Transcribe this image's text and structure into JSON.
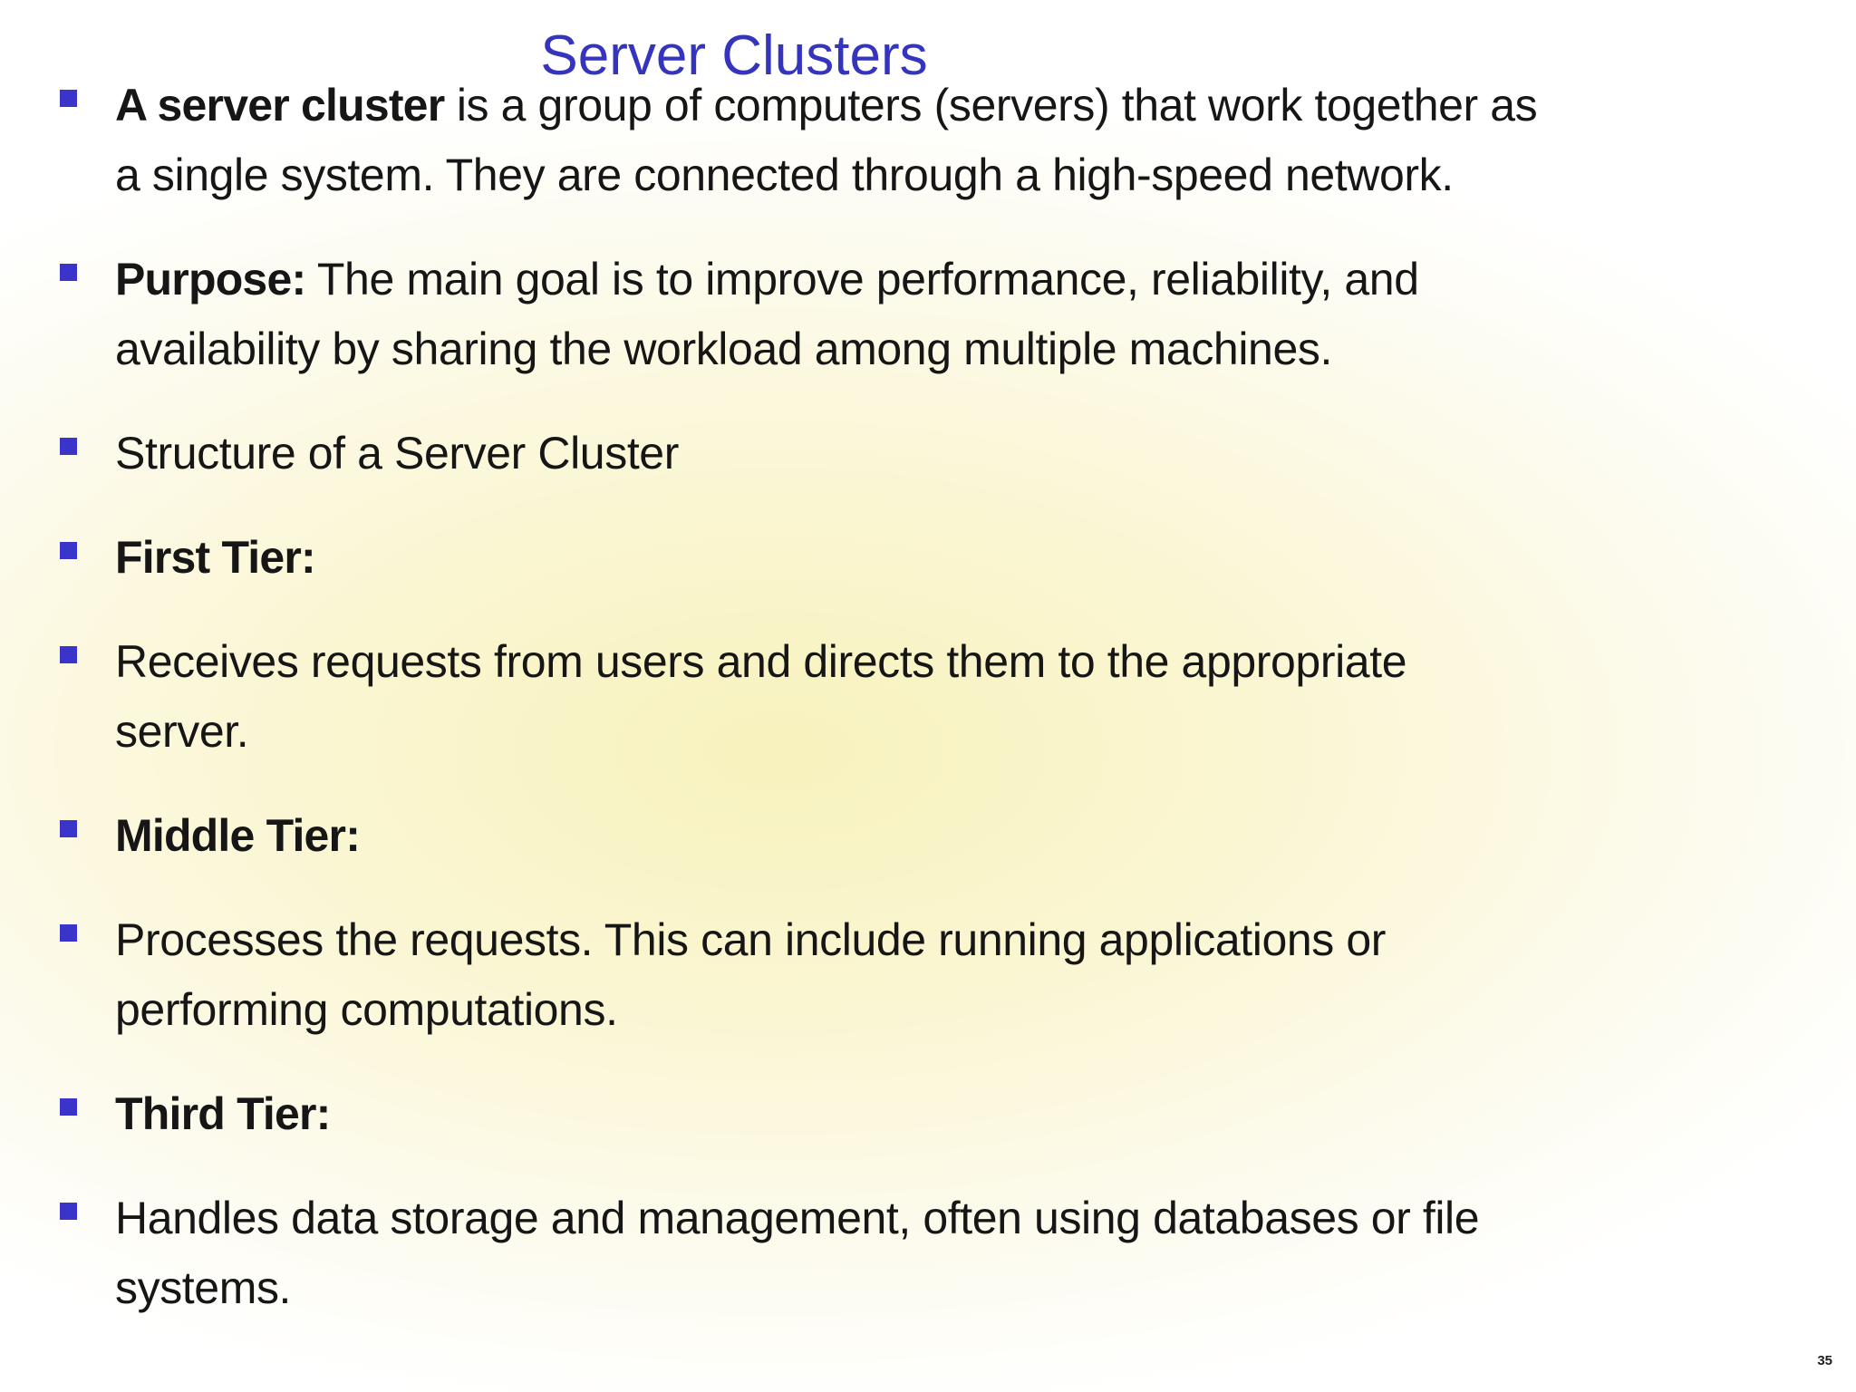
{
  "slide": {
    "title": "Server Clusters",
    "page_number": "35",
    "colors": {
      "title_blue": "#3534be",
      "bullet_blue": "#3a34cb",
      "text": "#161616",
      "background_glow": "#f8f2bd",
      "background_cream": "#fdfbf0"
    },
    "bullets": [
      {
        "lines": [
          [
            {
              "t": "A server cluster",
              "b": true
            },
            {
              "t": " is a group of computers (servers) that work together as",
              "b": false
            }
          ],
          [
            {
              "t": "a single system. They are connected through a high-speed network.",
              "b": false
            }
          ]
        ]
      },
      {
        "lines": [
          [
            {
              "t": "Purpose:",
              "b": true
            },
            {
              "t": " The main goal is to improve performance, reliability, and",
              "b": false
            }
          ],
          [
            {
              "t": "availability by sharing the workload among multiple machines.",
              "b": false
            }
          ]
        ]
      },
      {
        "lines": [
          [
            {
              "t": "Structure of a Server Cluster",
              "b": false
            }
          ]
        ]
      },
      {
        "lines": [
          [
            {
              "t": "First Tier:",
              "b": true
            }
          ]
        ]
      },
      {
        "lines": [
          [
            {
              "t": "Receives requests from users and directs them to the appropriate",
              "b": false
            }
          ],
          [
            {
              "t": "server.",
              "b": false
            }
          ]
        ]
      },
      {
        "lines": [
          [
            {
              "t": "Middle Tier:",
              "b": true
            }
          ]
        ]
      },
      {
        "lines": [
          [
            {
              "t": "Processes the requests. This can include running applications or",
              "b": false
            }
          ],
          [
            {
              "t": "performing computations.",
              "b": false
            }
          ]
        ]
      },
      {
        "lines": [
          [
            {
              "t": "Third Tier:",
              "b": true
            }
          ]
        ]
      },
      {
        "lines": [
          [
            {
              "t": "Handles data storage and management, often using databases or file",
              "b": false
            }
          ],
          [
            {
              "t": "systems.",
              "b": false
            }
          ]
        ]
      }
    ]
  }
}
